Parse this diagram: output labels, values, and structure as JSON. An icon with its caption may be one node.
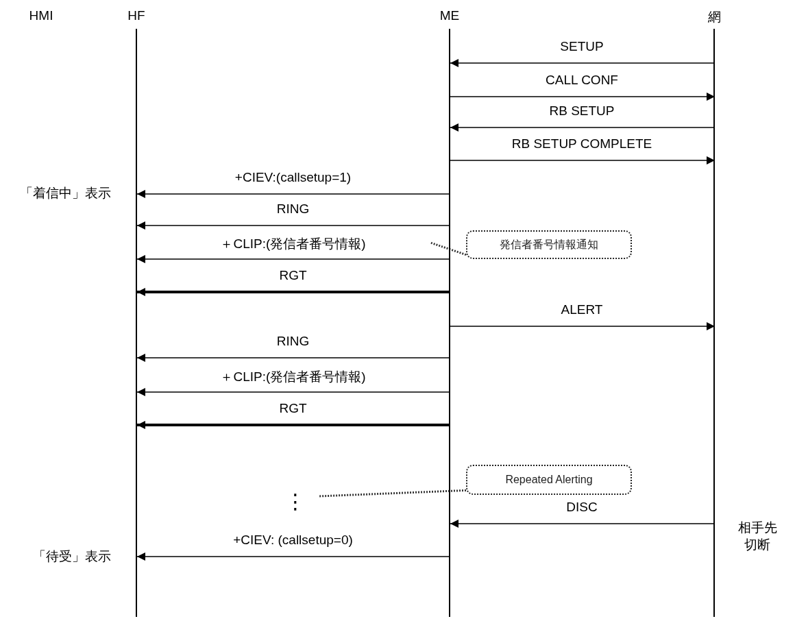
{
  "diagram": {
    "nodes": [
      {
        "text": [
          "HMI"
        ]
      },
      {
        "text": [
          "HF"
        ]
      },
      {
        "text": [
          "ME"
        ]
      },
      {
        "text": [
          "網"
        ]
      },
      {
        "text": [
          "発信者番号情報通知"
        ]
      },
      {
        "text": [
          "Repeated Alerting"
        ]
      }
    ],
    "edges": [
      {
        "from": 3,
        "to": 2,
        "arrow": "to",
        "label": "SETUP"
      },
      {
        "from": 2,
        "to": 3,
        "arrow": "to",
        "label": "CALL CONF"
      },
      {
        "from": 3,
        "to": 2,
        "arrow": "to",
        "label": "RB SETUP"
      },
      {
        "from": 2,
        "to": 3,
        "arrow": "to",
        "label": "RB SETUP COMPLETE"
      },
      {
        "from": 2,
        "to": 1,
        "arrow": "to",
        "label": "+CIEV:(callsetup=1)"
      },
      {
        "from": 2,
        "to": 1,
        "arrow": "to",
        "label": "RING"
      },
      {
        "from": 2,
        "to": 1,
        "arrow": "to",
        "label": "＋CLIP:(発信者番号情報)"
      },
      {
        "from": 2,
        "to": 1,
        "arrow": "to",
        "label": "RGT",
        "style": "thick"
      },
      {
        "from": 2,
        "to": 3,
        "arrow": "to",
        "label": "ALERT"
      },
      {
        "from": 2,
        "to": 1,
        "arrow": "to",
        "label": "RING"
      },
      {
        "from": 2,
        "to": 1,
        "arrow": "to",
        "label": "＋CLIP:(発信者番号情報)"
      },
      {
        "from": 2,
        "to": 1,
        "arrow": "to",
        "label": "RGT",
        "style": "thick"
      },
      {
        "from": 3,
        "to": 2,
        "arrow": "to",
        "label": "DISC"
      },
      {
        "from": 2,
        "to": 1,
        "arrow": "to",
        "label": "+CIEV: (callsetup=0)"
      },
      {
        "from": 4,
        "to": null,
        "arrow": "none",
        "style": "dashed"
      },
      {
        "from": 5,
        "to": null,
        "arrow": "none",
        "style": "dashed"
      }
    ],
    "labels": [
      "「着信中」表示",
      "⋮",
      "相手先切断",
      "「待受」表示"
    ]
  }
}
